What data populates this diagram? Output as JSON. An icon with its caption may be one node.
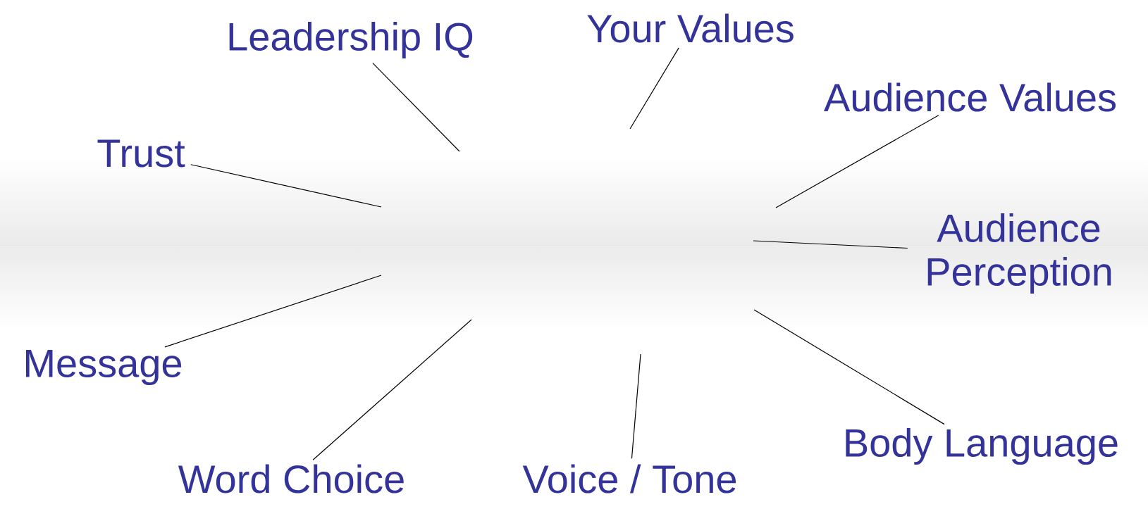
{
  "diagram": {
    "nodes": [
      {
        "text": [
          "Your Values"
        ]
      },
      {
        "text": [
          "Leadership IQ"
        ]
      },
      {
        "text": [
          "Audience Values"
        ]
      },
      {
        "text": [
          "Trust"
        ]
      },
      {
        "text": [
          "Audience Perception"
        ]
      },
      {
        "text": [
          "Message"
        ]
      },
      {
        "text": [
          "Body Language"
        ]
      },
      {
        "text": [
          "Word Choice"
        ]
      },
      {
        "text": [
          "Voice / Tone"
        ]
      }
    ],
    "edges": [
      {
        "from": 0,
        "to": null,
        "arrow": "none"
      },
      {
        "from": 1,
        "to": null,
        "arrow": "none"
      },
      {
        "from": 2,
        "to": null,
        "arrow": "none"
      },
      {
        "from": 3,
        "to": null,
        "arrow": "none"
      },
      {
        "from": 4,
        "to": null,
        "arrow": "none"
      },
      {
        "from": 5,
        "to": null,
        "arrow": "none"
      },
      {
        "from": 6,
        "to": null,
        "arrow": "none"
      },
      {
        "from": 7,
        "to": null,
        "arrow": "none"
      },
      {
        "from": 8,
        "to": null,
        "arrow": "none"
      }
    ]
  }
}
